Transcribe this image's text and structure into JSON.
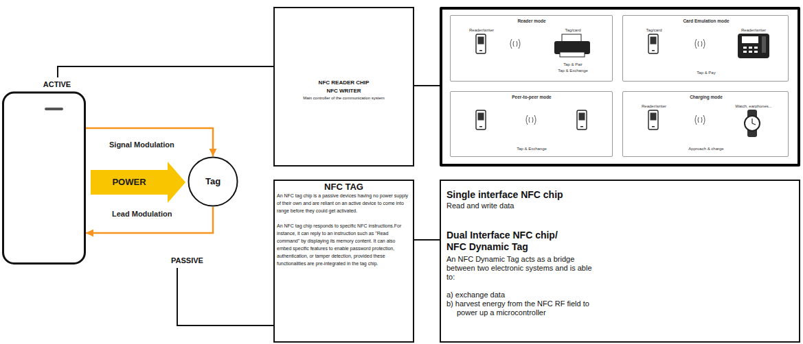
{
  "diagram": {
    "nodes": [
      {
        "text": [
          "ACTIVE"
        ]
      },
      {
        "text": [
          "NFC READER CHIP NFC WRITER",
          "Main controller of the communication system"
        ]
      },
      {
        "text": []
      },
      {
        "text": [
          "Reader mode",
          "Reader/writer",
          "Tag/card",
          "Tap & Pair",
          "Tap & Exchange"
        ],
        "in": 2
      },
      {
        "text": [
          "Card Emulation mode",
          "Tag/card",
          "Reader/writer",
          "Tap & Pay"
        ],
        "in": 2
      },
      {
        "text": [
          "Peer-to-peer mode",
          "Tap & Exchange"
        ],
        "in": 2
      },
      {
        "text": [
          "Charging mode",
          "Reader/writer",
          "Watch, earphones...",
          "Approach & charge"
        ],
        "in": 2
      },
      {
        "text": [
          "POWER"
        ]
      },
      {
        "text": [
          "Tag"
        ]
      },
      {
        "text": [
          "NFC TAG",
          "An NFC tag chip is a passive devices having no power supply of their own and are reliant on an active device to come into range before they could get activated.",
          "An NFC tag chip responds to specific NFC instructions.For instance, it can reply to an instruction such as \"Read command\" by displaying its memory content. It can also embed specific features to enable password protection, authentication, or tamper detection, provided these functionalities are pre-integrated in the tag chip."
        ]
      },
      {
        "text": [
          "Single interface NFC chip",
          "Read and write data",
          "Dual Interface NFC chip/ NFC Dynamic Tag",
          "An NFC Dynamic Tag acts as a bridge between two electronic systems and is able to:",
          "a) exchange data",
          "b) harvest energy from the NFC RF field to power up a microcontroller"
        ]
      }
    ],
    "edges": [
      {
        "from": 0,
        "to": 1,
        "arrow": "none"
      },
      {
        "from": 1,
        "to": 2,
        "arrow": "none"
      },
      {
        "from": 0,
        "to": 8,
        "label": "Signal Modulation",
        "arrow": "to"
      },
      {
        "from": 8,
        "to": 0,
        "label": "Lead Modulation",
        "arrow": "to"
      },
      {
        "from": 9,
        "to": 10,
        "arrow": "none"
      }
    ],
    "labels": [
      "PASSIVE"
    ]
  }
}
